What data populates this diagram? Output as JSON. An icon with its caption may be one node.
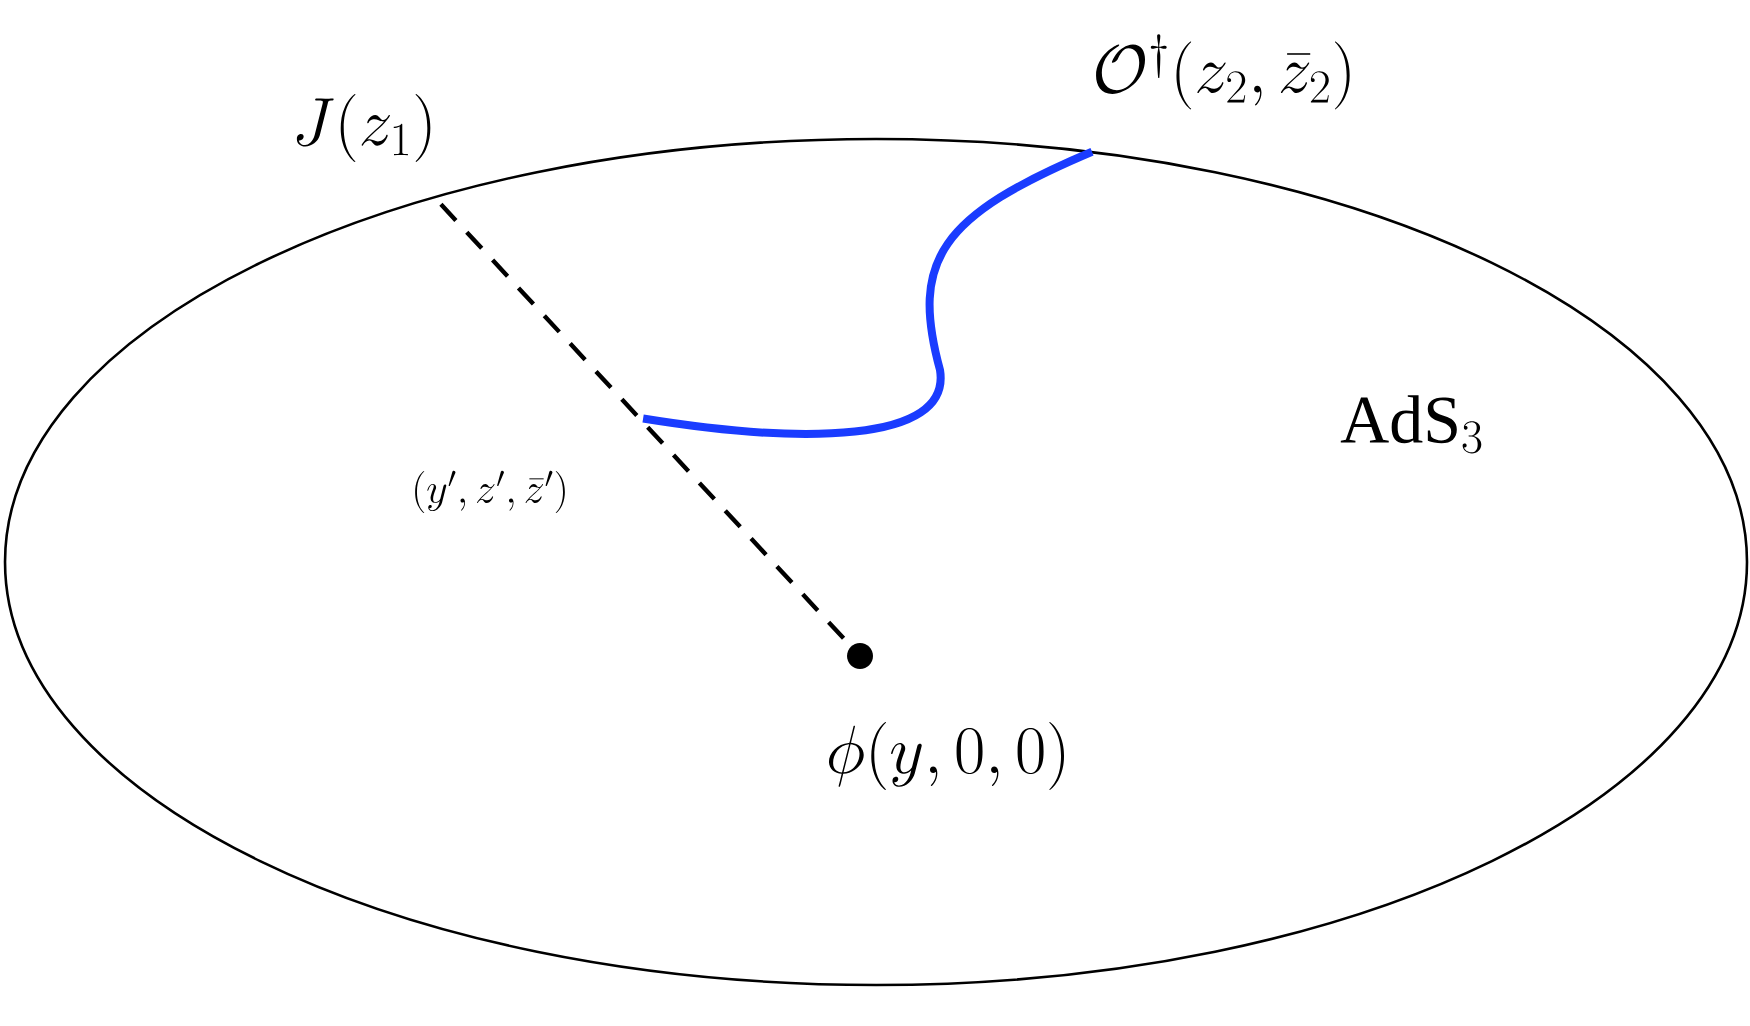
{
  "diagram": {
    "nodes": [
      {
        "text": [
          "\\mathrm{AdS}_3"
        ]
      },
      {
        "text": [
          "J(z_1)"
        ]
      },
      {
        "text": [
          "\\phi(y,0,0)"
        ],
        "in": 0
      },
      {
        "text": [
          "\\mathcal{O}^\\dagger(z_2,\\bar{z}_2)"
        ]
      },
      {
        "text": [
          "(y',z',\\bar{z}')"
        ],
        "in": 0
      }
    ],
    "edges": [
      {
        "from": 1,
        "to": 2,
        "arrow": "none",
        "style": "dashed"
      },
      {
        "from": 3,
        "to": 4,
        "arrow": "none",
        "style": "thick",
        "color": "#1a3cff"
      }
    ]
  }
}
